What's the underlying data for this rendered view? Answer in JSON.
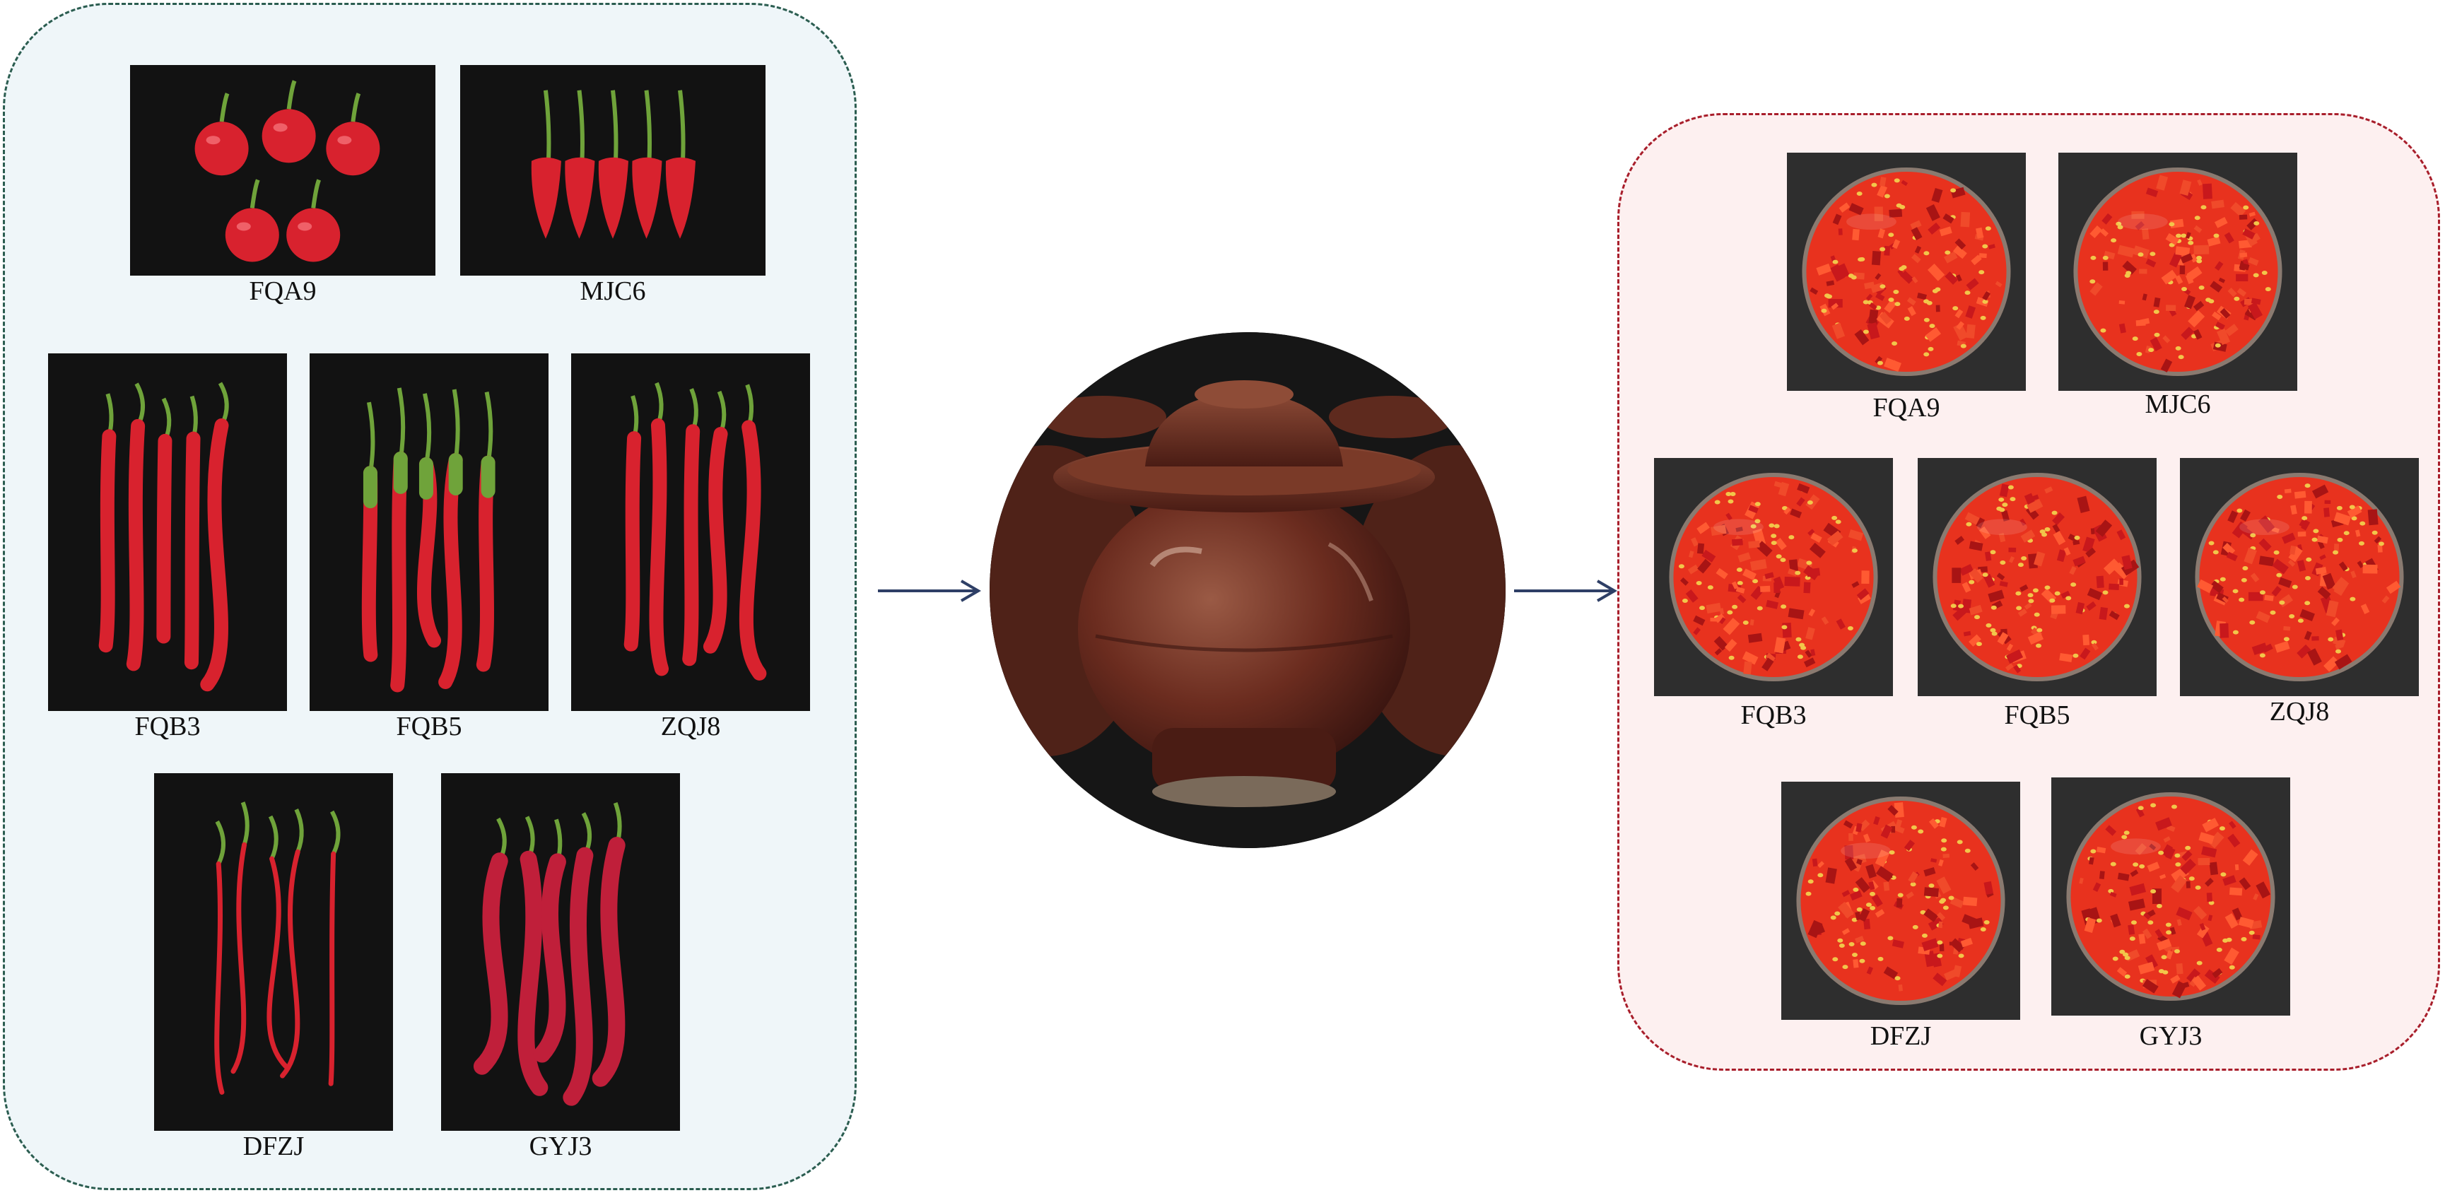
{
  "raw_peppers": [
    {
      "label": "FQA9",
      "type": "round"
    },
    {
      "label": "MJC6",
      "type": "short"
    },
    {
      "label": "FQB3",
      "type": "long"
    },
    {
      "label": "FQB5",
      "type": "long-green"
    },
    {
      "label": "ZQJ8",
      "type": "long"
    },
    {
      "label": "DFZJ",
      "type": "thin"
    },
    {
      "label": "GYJ3",
      "type": "wrinkled"
    }
  ],
  "fermented_peppers": [
    {
      "label": "FQA9"
    },
    {
      "label": "MJC6"
    },
    {
      "label": "FQB3"
    },
    {
      "label": "FQB5"
    },
    {
      "label": "ZQJ8"
    },
    {
      "label": "DFZJ"
    },
    {
      "label": "GYJ3"
    }
  ],
  "center_image": "fermentation-jar",
  "colors": {
    "left_panel_fill": "#eff6f9",
    "left_panel_border": "#2b5d50",
    "right_panel_fill": "#fdf0f0",
    "right_panel_border": "#a81e2b",
    "arrow": "#2e3f66",
    "pepper_red": "#d8222e",
    "stem_green": "#6fa33a",
    "jar_brown": "#6b2c1f"
  }
}
